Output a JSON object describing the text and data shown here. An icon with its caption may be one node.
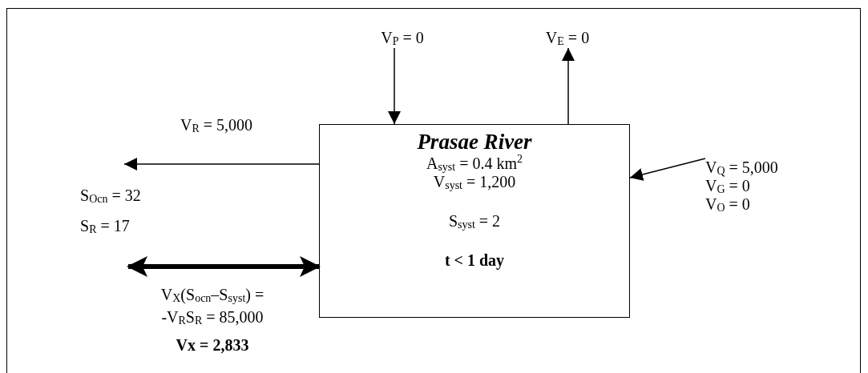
{
  "diagram": {
    "nodes": [
      {
        "text": [
          "Prasae River",
          "A$_{syst}$ = 0.4 km$^{2}$",
          "V$_{syst}$ = 1,200",
          "S$_{syst}$ = 2",
          "t < 1 day"
        ]
      },
      {
        "text": [
          "V$_{P}$ = 0"
        ]
      },
      {
        "text": [
          "V$_{E}$ = 0"
        ]
      },
      {
        "text": [
          "V$_{Q}$ = 5,000",
          "V$_{G}$ = 0",
          "V$_{O}$ = 0"
        ]
      }
    ],
    "edges": [
      {
        "from": 1,
        "to": 0,
        "arrow": "to"
      },
      {
        "from": 0,
        "to": 2,
        "arrow": "to"
      },
      {
        "from": 0,
        "to": null,
        "arrow": "to",
        "label": "V$_{R}$ = 5,000"
      },
      {
        "from": 3,
        "to": 0,
        "arrow": "to"
      },
      {
        "from": null,
        "to": 0,
        "arrow": "both",
        "style": "thick"
      }
    ],
    "labels": [
      "S$_{Ocn}$ = 32",
      "S$_{R}$ = 17",
      "V$_{X}$(S$_{ocn}$–S$_{syst}$) =",
      "-V$_{R}$S$_{R}$ = 85,000",
      "Vx = 2,833"
    ]
  }
}
